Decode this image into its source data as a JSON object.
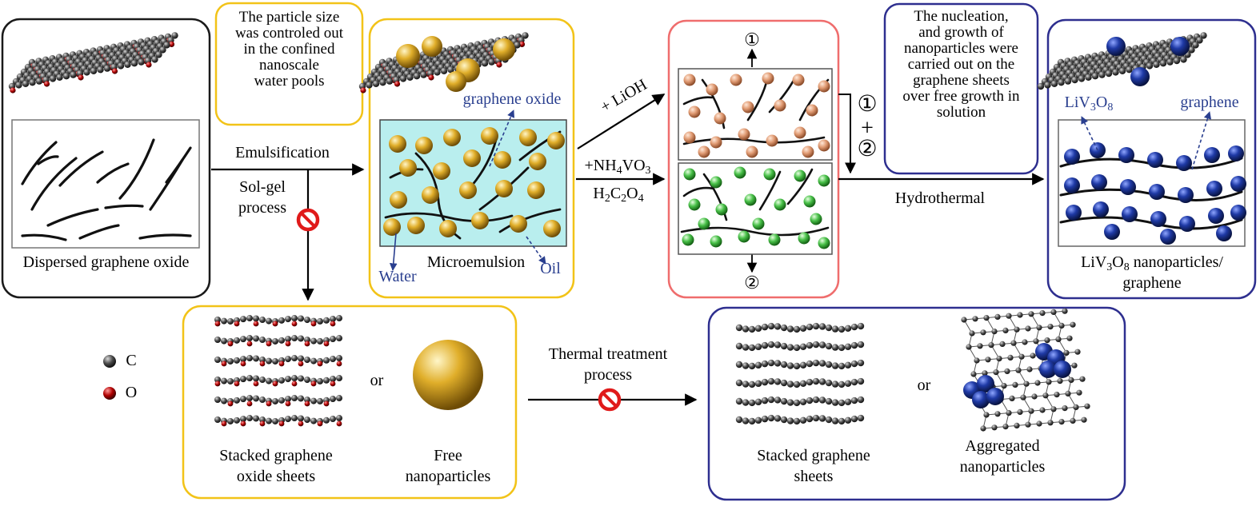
{
  "colors": {
    "box_black": "#1a1a1a",
    "box_yellow": "#f2c318",
    "box_red": "#ef6d6d",
    "box_navy": "#2e2f8f",
    "water_fill": "#b9eeee",
    "gold_sphere": "#d9a520",
    "copper_sphere": "#e6a07a",
    "green_sphere": "#4bbf4b",
    "blue_sphere": "#1f3aa6",
    "carbon": "#3a3a3a",
    "oxygen": "#b00000",
    "no_sign": "#e01a1a"
  },
  "icons": [
    "no-sign-icon",
    "circled-one-icon",
    "circled-two-icon",
    "carbon-atom-icon",
    "oxygen-atom-icon"
  ],
  "box_go": {
    "caption": "Dispersed graphene oxide"
  },
  "note_particle": {
    "lines": [
      "The particle size",
      "was controled out",
      "in the confined",
      "nanoscale",
      "water pools"
    ]
  },
  "arrow_emulsification": {
    "label": "Emulsification",
    "sub_label_1": "Sol-gel",
    "sub_label_2": "process"
  },
  "box_micro": {
    "label_go": "graphene oxide",
    "label_center": "Microemulsion",
    "label_water": "Water",
    "label_oil": "Oil"
  },
  "reagents": {
    "lioh": "+ LiOH",
    "nh4vo3_prefix": "+NH",
    "nh4vo3_sub1": "4",
    "nh4vo3_mid": "VO",
    "nh4vo3_sub2": "3",
    "h2c2o4_a": "H",
    "h2c2o4_s1": "2",
    "h2c2o4_b": "C",
    "h2c2o4_s2": "2",
    "h2c2o4_c": "O",
    "h2c2o4_s3": "4"
  },
  "box_mix": {
    "marker_1": "①",
    "marker_2": "②"
  },
  "combine": {
    "marker_1": "①",
    "plus": "+",
    "marker_2": "②"
  },
  "arrow_hydro": {
    "label": "Hydrothermal"
  },
  "note_nucleation": {
    "lines": [
      "The nucleation,",
      "and growth of",
      "nanoparticles were",
      "carried out on the",
      "graphene sheets",
      "over free growth in",
      "solution"
    ]
  },
  "box_lvo": {
    "label_lvo_a": "LiV",
    "label_lvo_s1": "3",
    "label_lvo_b": "O",
    "label_lvo_s2": "8",
    "label_graphene": "graphene",
    "caption_line1_a": "LiV",
    "caption_line1_s1": "3",
    "caption_line1_b": "O",
    "caption_line1_s2": "8",
    "caption_line1_c": " nanoparticles/",
    "caption_line2": "graphene"
  },
  "legend": {
    "c_label": "C",
    "o_label": "O"
  },
  "box_stacked_go": {
    "caption_1_line1": "Stacked graphene",
    "caption_1_line2": "oxide sheets",
    "or": "or",
    "caption_2_line1": "Free",
    "caption_2_line2": "nanoparticles"
  },
  "arrow_thermal": {
    "label_line1": "Thermal treatment",
    "label_line2": "process"
  },
  "box_aggregated": {
    "caption_1_line1": "Stacked graphene",
    "caption_1_line2": "sheets",
    "or": "or",
    "caption_2_line1": "Aggregated",
    "caption_2_line2": "nanoparticles"
  }
}
